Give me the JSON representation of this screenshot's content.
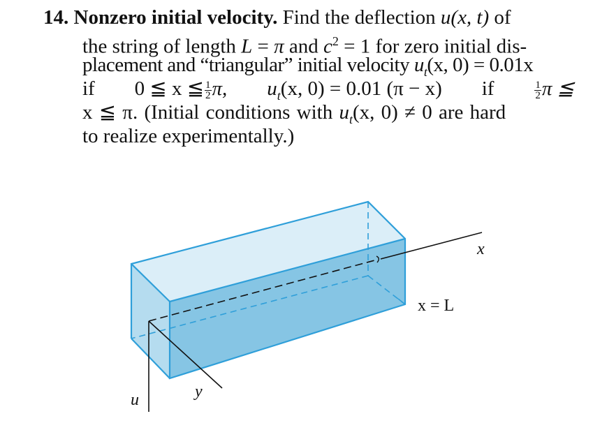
{
  "problem": {
    "number": "14.",
    "heading": "Nonzero initial velocity.",
    "line1_text": "Find the deflection",
    "line1_func": "u(x, t)",
    "line1_end": "of",
    "line2": "the string of length",
    "line2_L": "L",
    "line2_eq1": "=",
    "line2_pi": "π",
    "line2_and": "and",
    "line2_c": "c",
    "line2_c_exp": "2",
    "line2_eq2": "=",
    "line2_rest": "1 for zero initial dis-",
    "line3_a": "placement and “triangular” initial velocity",
    "line3_u": "u",
    "line3_sub": "t",
    "line3_args": "(x, 0)",
    "line3_eq": "=",
    "line3_val": "0.01x",
    "line4_if1": "if",
    "line4_ineq": "0 ≦ x ≦",
    "frac_num": "1",
    "frac_den": "2",
    "line4_pi1": "π,",
    "line4_u": "u",
    "line4_sub": "t",
    "line4_expr": "(x, 0) = 0.01 (π − x)",
    "line4_if2": "if",
    "line4_pi2": "π ≦",
    "line5_a": "x ≦ π. (Initial conditions with",
    "line5_u": "u",
    "line5_sub": "t",
    "line5_b": "(x, 0) ≠ 0 are hard",
    "line6": "to realize experimentally.)"
  },
  "figure": {
    "label_x": "x",
    "label_xL": "x = L",
    "label_u": "u",
    "label_y": "y",
    "colors": {
      "front_face": "#86c5e4",
      "top_face": "#dbeef8",
      "side_face": "#b5dcef",
      "edge": "#2f9fd9",
      "line": "#111111"
    }
  }
}
